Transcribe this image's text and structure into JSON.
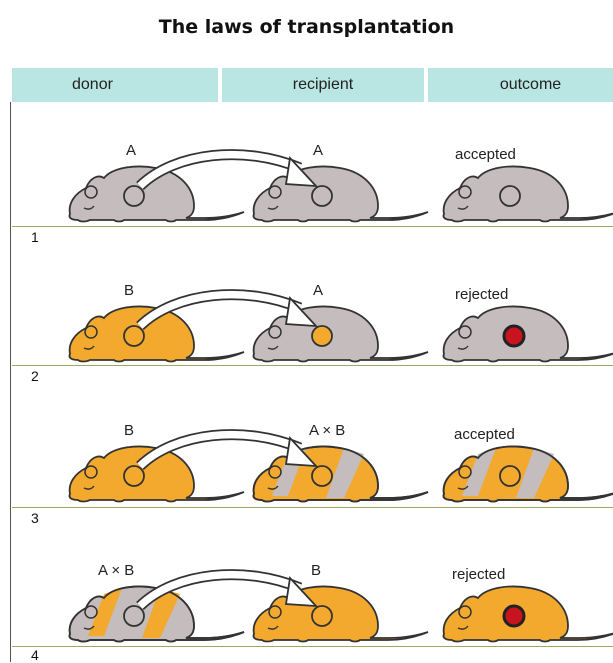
{
  "title": "The laws of transplantation",
  "headers": {
    "donor": "donor",
    "recipient": "recipient",
    "outcome": "outcome"
  },
  "rows": [
    {
      "number": "1",
      "donor": "A",
      "recipient": "A",
      "outcome": "accepted"
    },
    {
      "number": "2",
      "donor": "B",
      "recipient": "A",
      "outcome": "rejected"
    },
    {
      "number": "3",
      "donor": "B",
      "recipient": "A × B",
      "outcome": "accepted"
    },
    {
      "number": "4",
      "donor": "A × B",
      "recipient": "B",
      "outcome": "rejected"
    }
  ],
  "colors": {
    "header_bg": "#b9e6e2",
    "strain_a": "#c4bcbd",
    "strain_b": "#f3a92e",
    "rejected_graft": "#c8141e",
    "row_line": "#9aa862"
  }
}
